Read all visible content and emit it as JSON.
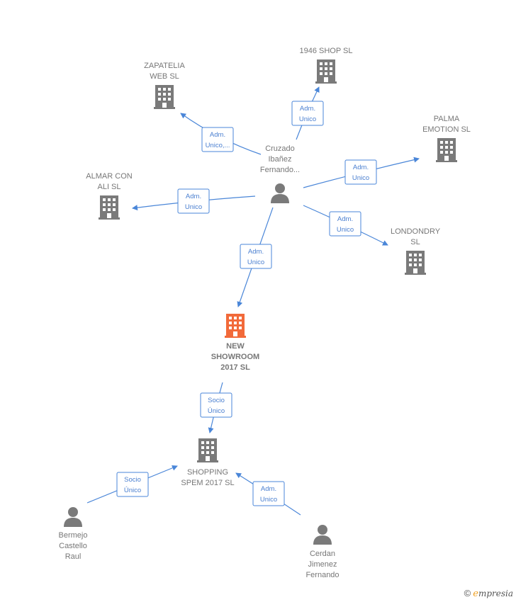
{
  "colors": {
    "company": "#7a7a7a",
    "company_focus": "#f26a3a",
    "person": "#7a7a7a",
    "edge": "#4a86d8",
    "edge_text": "#4a7fd0"
  },
  "nodes": [
    {
      "id": "new-showroom",
      "type": "company-focus",
      "icon": "building-icon",
      "label": [
        "NEW",
        "SHOWROOM",
        "2017  SL"
      ]
    },
    {
      "id": "cruzado",
      "type": "person",
      "icon": "person-icon",
      "label": [
        "Cruzado",
        "Ibañez",
        "Fernando..."
      ]
    },
    {
      "id": "1946-shop",
      "type": "company",
      "icon": "building-icon",
      "label": [
        "1946 SHOP  SL"
      ]
    },
    {
      "id": "zapatelia",
      "type": "company",
      "icon": "building-icon",
      "label": [
        "ZAPATELIA",
        "WEB  SL"
      ]
    },
    {
      "id": "palma",
      "type": "company",
      "icon": "building-icon",
      "label": [
        "PALMA",
        "EMOTION  SL"
      ]
    },
    {
      "id": "almar",
      "type": "company",
      "icon": "building-icon",
      "label": [
        "ALMAR CON",
        "ALI  SL"
      ]
    },
    {
      "id": "londondry",
      "type": "company",
      "icon": "building-icon",
      "label": [
        "LONDONDRY",
        "SL"
      ]
    },
    {
      "id": "shopping",
      "type": "company",
      "icon": "building-icon",
      "label": [
        "SHOPPING",
        "SPEM 2017  SL"
      ]
    },
    {
      "id": "bermejo",
      "type": "person",
      "icon": "person-icon",
      "label": [
        "Bermejo",
        "Castello",
        "Raul"
      ]
    },
    {
      "id": "cerdan",
      "type": "person",
      "icon": "person-icon",
      "label": [
        "Cerdan",
        "Jimenez",
        "Fernando"
      ]
    }
  ],
  "edges": [
    {
      "from": "cruzado",
      "to": "1946-shop",
      "label": [
        "Adm.",
        "Unico"
      ]
    },
    {
      "from": "cruzado",
      "to": "zapatelia",
      "label": [
        "Adm.",
        "Unico,..."
      ]
    },
    {
      "from": "cruzado",
      "to": "palma",
      "label": [
        "Adm.",
        "Unico"
      ]
    },
    {
      "from": "cruzado",
      "to": "almar",
      "label": [
        "Adm.",
        "Unico"
      ]
    },
    {
      "from": "cruzado",
      "to": "londondry",
      "label": [
        "Adm.",
        "Unico"
      ]
    },
    {
      "from": "cruzado",
      "to": "new-showroom",
      "label": [
        "Adm.",
        "Unico"
      ]
    },
    {
      "from": "new-showroom",
      "to": "shopping",
      "label": [
        "Socio",
        "Único"
      ]
    },
    {
      "from": "bermejo",
      "to": "shopping",
      "label": [
        "Socio",
        "Único"
      ]
    },
    {
      "from": "cerdan",
      "to": "shopping",
      "label": [
        "Adm.",
        "Unico"
      ]
    }
  ],
  "footer": {
    "copyright": "©",
    "brand_first": "e",
    "brand_rest": "mpresia"
  }
}
